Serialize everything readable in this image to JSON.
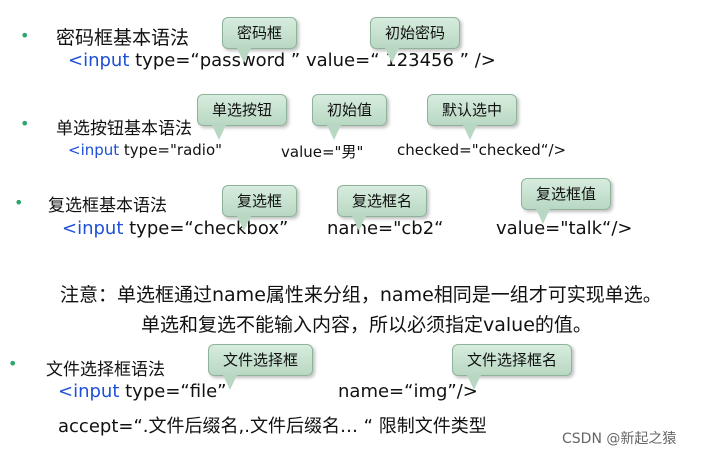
{
  "sections": {
    "password": {
      "heading": "密码框基本语法",
      "tag": "<input",
      "code_rest": " type=“password ”  value=“ 123456 ” />",
      "callouts": [
        "密码框",
        "初始密码"
      ]
    },
    "radio": {
      "heading": "单选按钮基本语法",
      "tag": "<input",
      "code_a": " type=\"radio\"",
      "code_b": "value=\"男\"",
      "code_c": "checked=\"checked“/>",
      "callouts": [
        "单选按钮",
        "初始值",
        "默认选中"
      ]
    },
    "checkbox": {
      "heading": "复选框基本语法",
      "tag": "<input",
      "code_a": " type=“checkbox”",
      "code_b": "name=\"cb2“",
      "code_c": "value=\"talk“/>",
      "callouts": [
        "复选框",
        "复选框名",
        "复选框值"
      ]
    },
    "note": {
      "line1": "注意：单选框通过name属性来分组，name相同是一组才可实现单选。",
      "line2": "单选和复选不能输入内容，所以必须指定value的值。"
    },
    "file": {
      "heading": "文件选择框语法",
      "tag": "<input",
      "code_a": " type=“file”",
      "code_b": "name=“img”/>",
      "code_c": "accept=“.文件后缀名,.文件后缀名… “   限制文件类型",
      "callouts": [
        "文件选择框",
        "文件选择框名"
      ]
    }
  },
  "watermark": "CSDN @新起之猿",
  "colors": {
    "bullet": "#2ca66a",
    "tag": "#1f4fd6",
    "bubble": "#c8e3cf"
  }
}
